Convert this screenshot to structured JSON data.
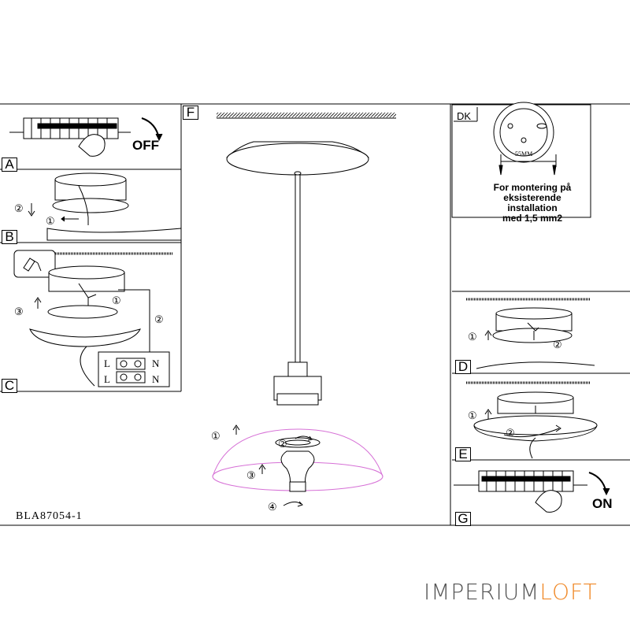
{
  "panels": {
    "A": {
      "letter": "A",
      "action": "OFF"
    },
    "B": {
      "letter": "B"
    },
    "C": {
      "letter": "C",
      "terminal_left": "L",
      "terminal_right": "N"
    },
    "D": {
      "letter": "D"
    },
    "E": {
      "letter": "E"
    },
    "F": {
      "letter": "F"
    },
    "G": {
      "letter": "G",
      "action": "ON"
    }
  },
  "dk": {
    "label": "DK",
    "dimension": "55MM",
    "note_lines": [
      "For montering på",
      "eksisterende",
      "installation",
      "med 1,5 mm2"
    ]
  },
  "step_markers": [
    "①",
    "②",
    "③",
    "④"
  ],
  "model_code": "BLA87054-1",
  "brand": {
    "part1": "IMPERIUM",
    "part2": "LOFT"
  },
  "colors": {
    "line": "#000000",
    "shade": "#d670d6",
    "brand_gray": "#555555",
    "brand_orange": "#f08a2a"
  }
}
